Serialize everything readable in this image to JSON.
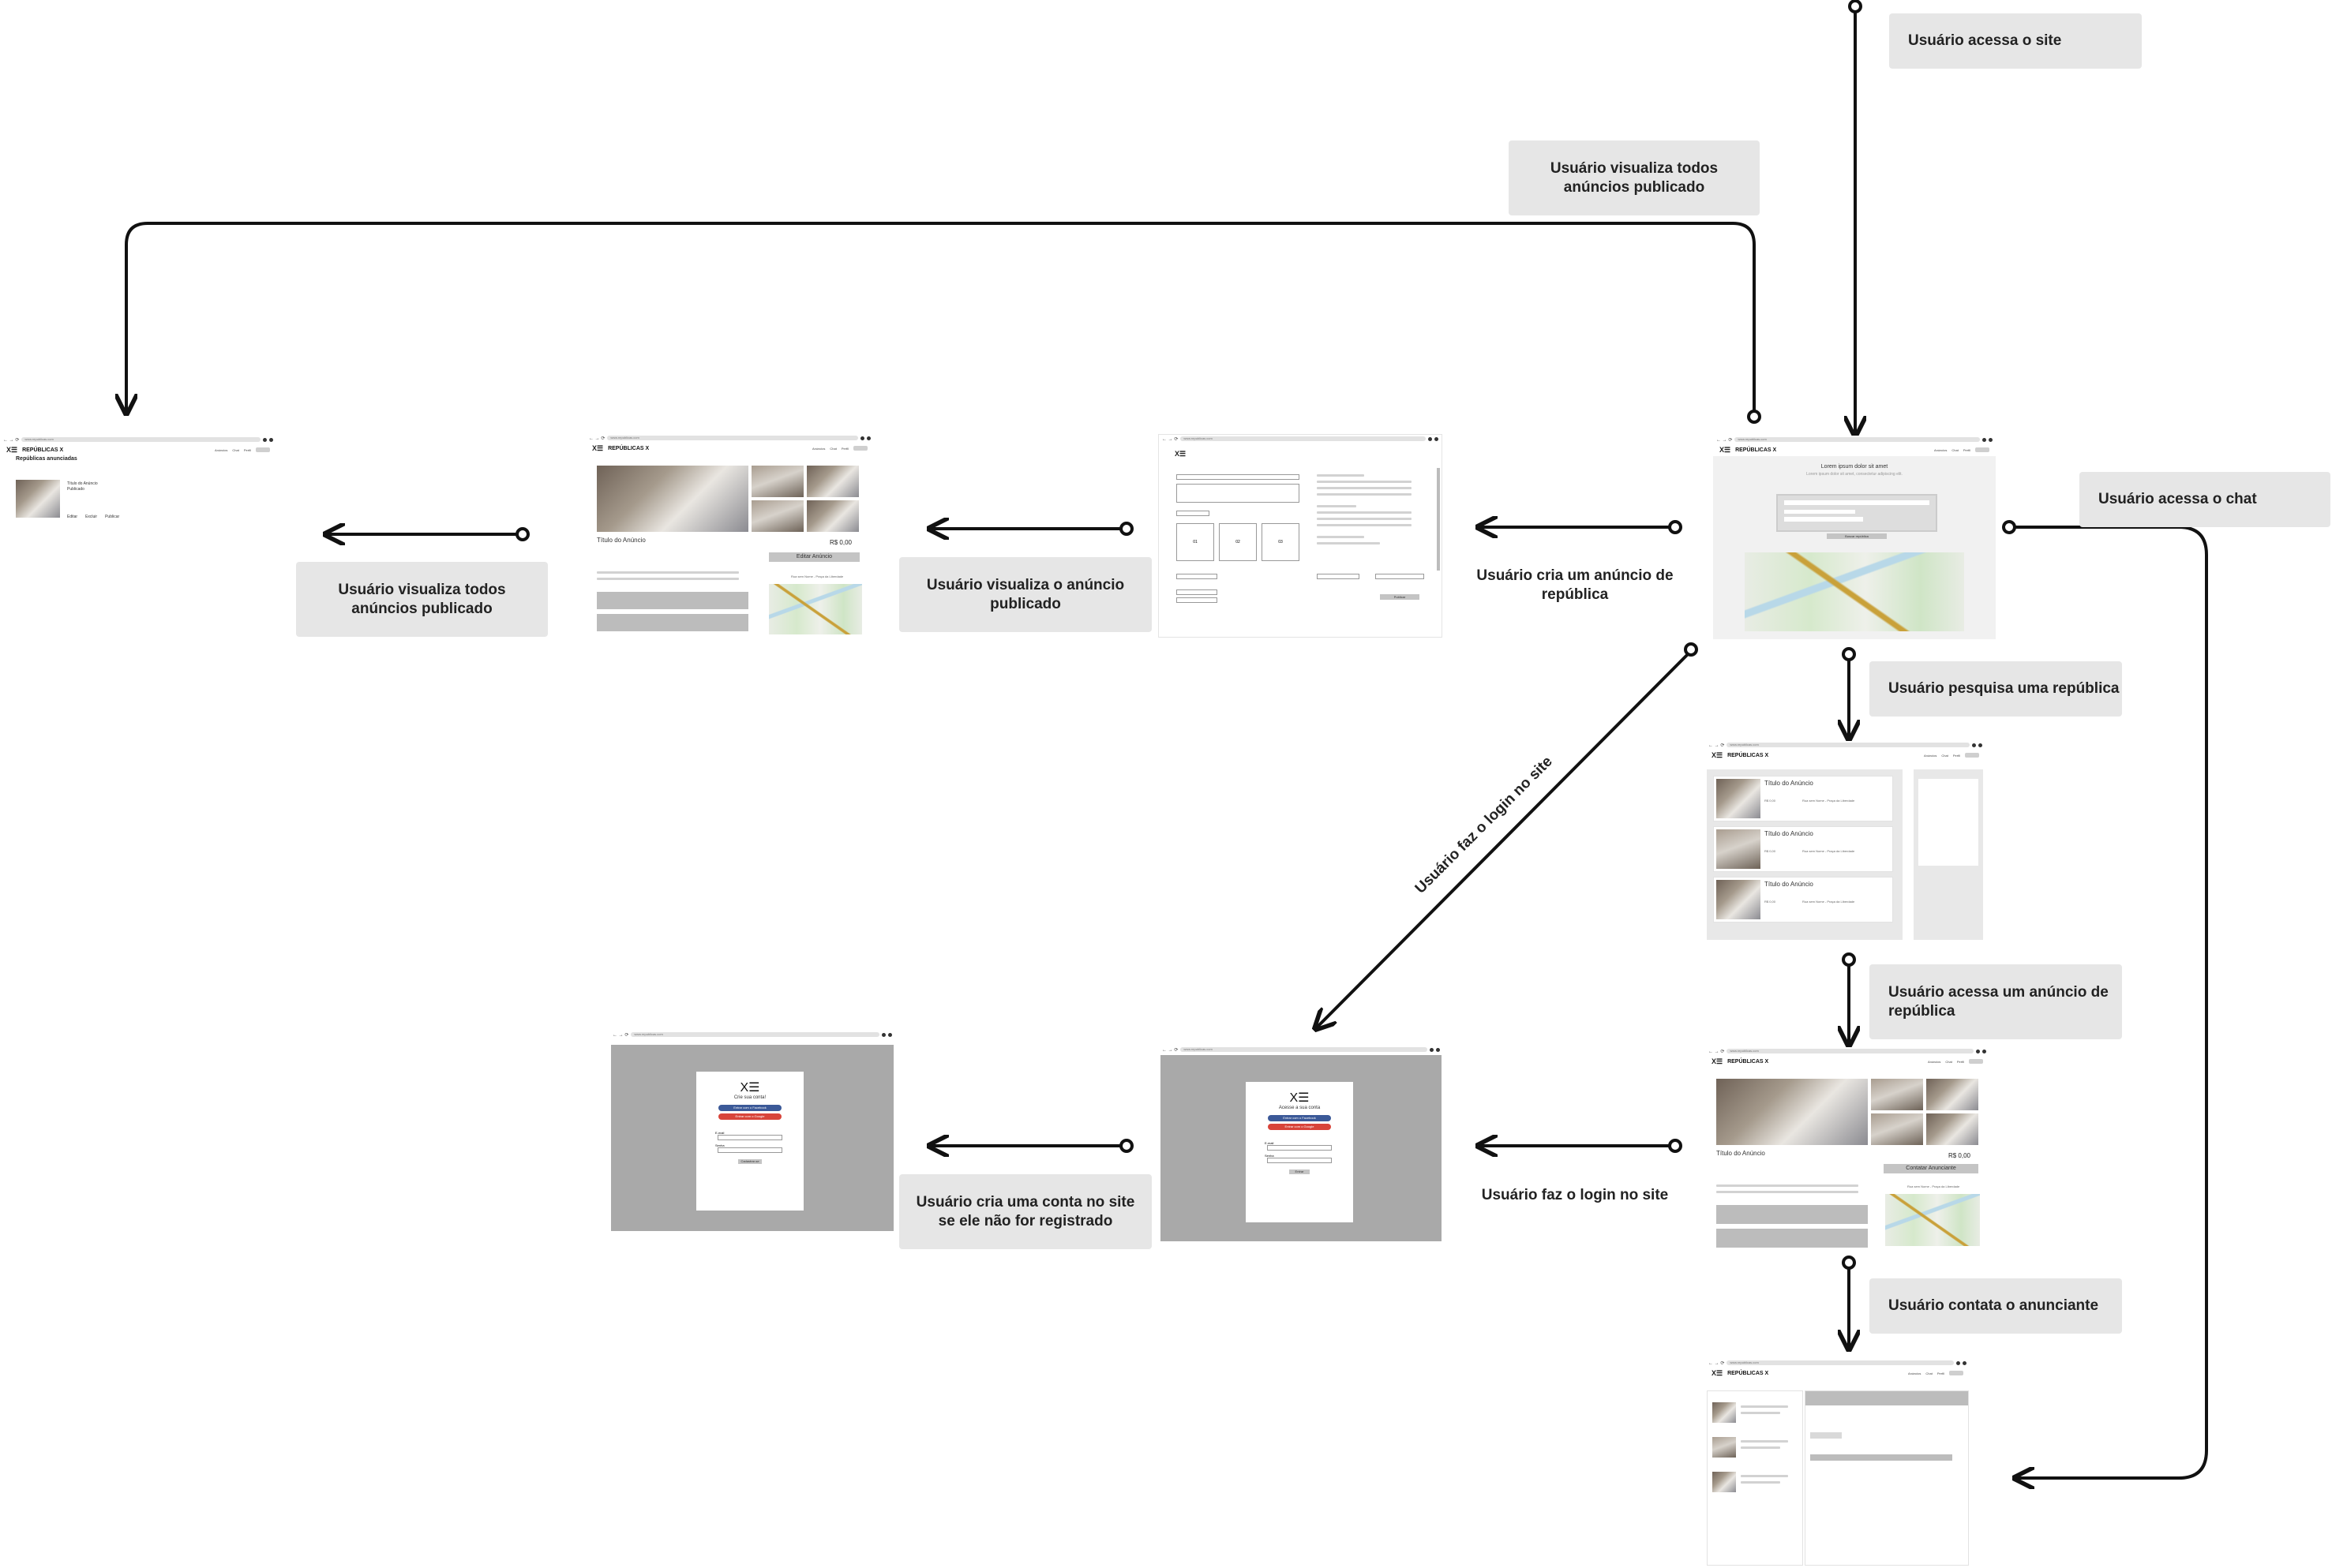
{
  "labels": {
    "acessa_site": "Usuário acessa o site",
    "visualiza_todos_top": "Usuário visualiza todos anúncios publicado",
    "visualiza_todos_left": "Usuário visualiza todos anúncios publicado",
    "visualiza_anuncio": "Usuário visualiza o anúncio publicado",
    "cria_anuncio": "Usuário cria um anúncio de república",
    "acessa_chat": "Usuário acessa o chat",
    "pesquisa": "Usuário pesquisa uma república",
    "login_diag": "Usuário faz o login no site",
    "acessa_anuncio": "Usuário acessa um anúncio de república",
    "login": "Usuário faz o login no site",
    "cria_conta": "Usuário cria uma conta no site se ele não for registrado",
    "contata": "Usuário contata o anunciante"
  },
  "mockups": {
    "brand": "REPÚBLICAS X",
    "url": "www.republicas.com",
    "menu": [
      "Anúncios",
      "Chat",
      "Perfil"
    ],
    "listagem": {
      "heading": "Repúblicas anunciadas",
      "item_title": "Título do Anúncio",
      "item_sub": "Publicado",
      "actions": [
        "Editar",
        "Excluir",
        "Publicar"
      ]
    },
    "anuncio": {
      "title": "Título do Anúncio",
      "price": "R$ 0,00",
      "edit_button": "Editar Anúncio",
      "contact_button": "Contatar Anunciante",
      "location": "Rua sem Nome - Praça da Liberdade"
    },
    "home": {
      "headline": "Lorem ipsum dolor sit amet",
      "sub": "Lorem ipsum dolor sit amet, consectetur adipiscing elit.",
      "search_button": "Buscar república"
    },
    "resultados": {
      "item_title": "Título do Anúncio",
      "price": "R$ 0,00",
      "location": "Rua sem Nome - Praça da Liberdade"
    },
    "login": {
      "title": "Acesse a sua conta",
      "facebook": "Entrar com o Facebook",
      "google": "Entrar com o Google",
      "email": "E-mail",
      "senha": "Senha",
      "submit": "Entrar"
    },
    "cadastro": {
      "title": "Crie sua conta!",
      "facebook": "Entrar com o Facebook",
      "google": "Entrar com o Google",
      "email": "E-mail",
      "senha": "Senha",
      "submit": "Cadastrar-se"
    },
    "criar": {
      "photo_labels": [
        "01",
        "02",
        "03"
      ],
      "publish_button": "Publicar"
    }
  },
  "colors": {
    "label_bg": "#e6e6e6",
    "arrow": "#111111",
    "overlay": "#a9a9a9",
    "facebook": "#3b5998",
    "google": "#d8443a"
  }
}
